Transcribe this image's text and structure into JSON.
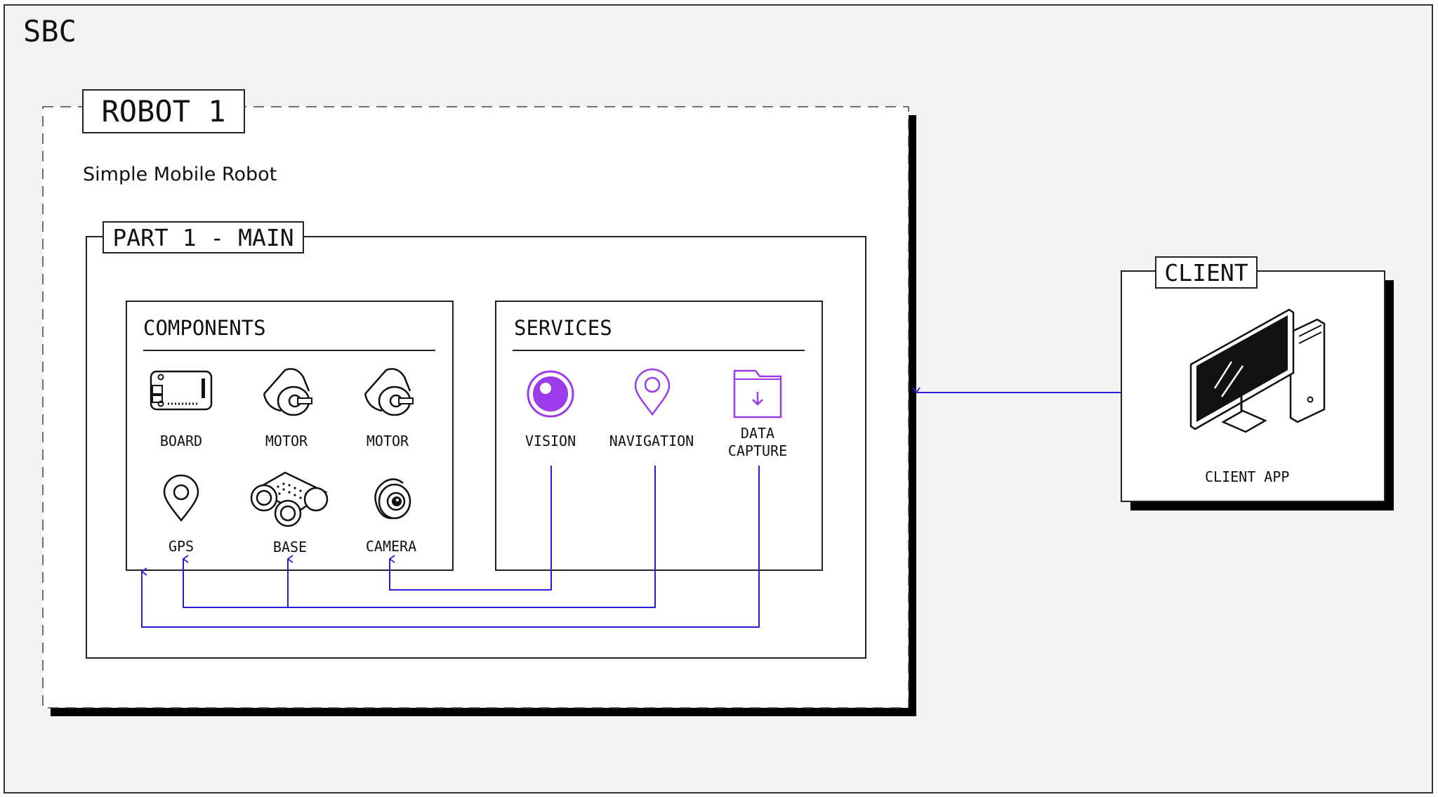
{
  "sbc": {
    "title": "SBC"
  },
  "robot": {
    "title": "ROBOT 1",
    "subtitle": "Simple Mobile Robot"
  },
  "part": {
    "title": "PART 1 - MAIN"
  },
  "components": {
    "title": "COMPONENTS",
    "items": [
      {
        "label": "BOARD",
        "icon": "board-icon"
      },
      {
        "label": "MOTOR",
        "icon": "motor-icon"
      },
      {
        "label": "MOTOR",
        "icon": "motor-icon"
      },
      {
        "label": "GPS",
        "icon": "gps-icon"
      },
      {
        "label": "BASE",
        "icon": "base-icon"
      },
      {
        "label": "CAMERA",
        "icon": "camera-icon"
      }
    ]
  },
  "services": {
    "title": "SERVICES",
    "items": [
      {
        "label": "VISION",
        "icon": "vision-icon"
      },
      {
        "label": "NAVIGATION",
        "icon": "navigation-icon"
      },
      {
        "label": "DATA\nCAPTURE",
        "icon": "data-capture-icon"
      }
    ]
  },
  "client": {
    "title": "CLIENT",
    "app_label": "CLIENT APP"
  },
  "colors": {
    "background": "#f3f3f3",
    "connector": "#2a1fd6",
    "accent": "#9b3bea",
    "ink": "#111111"
  }
}
